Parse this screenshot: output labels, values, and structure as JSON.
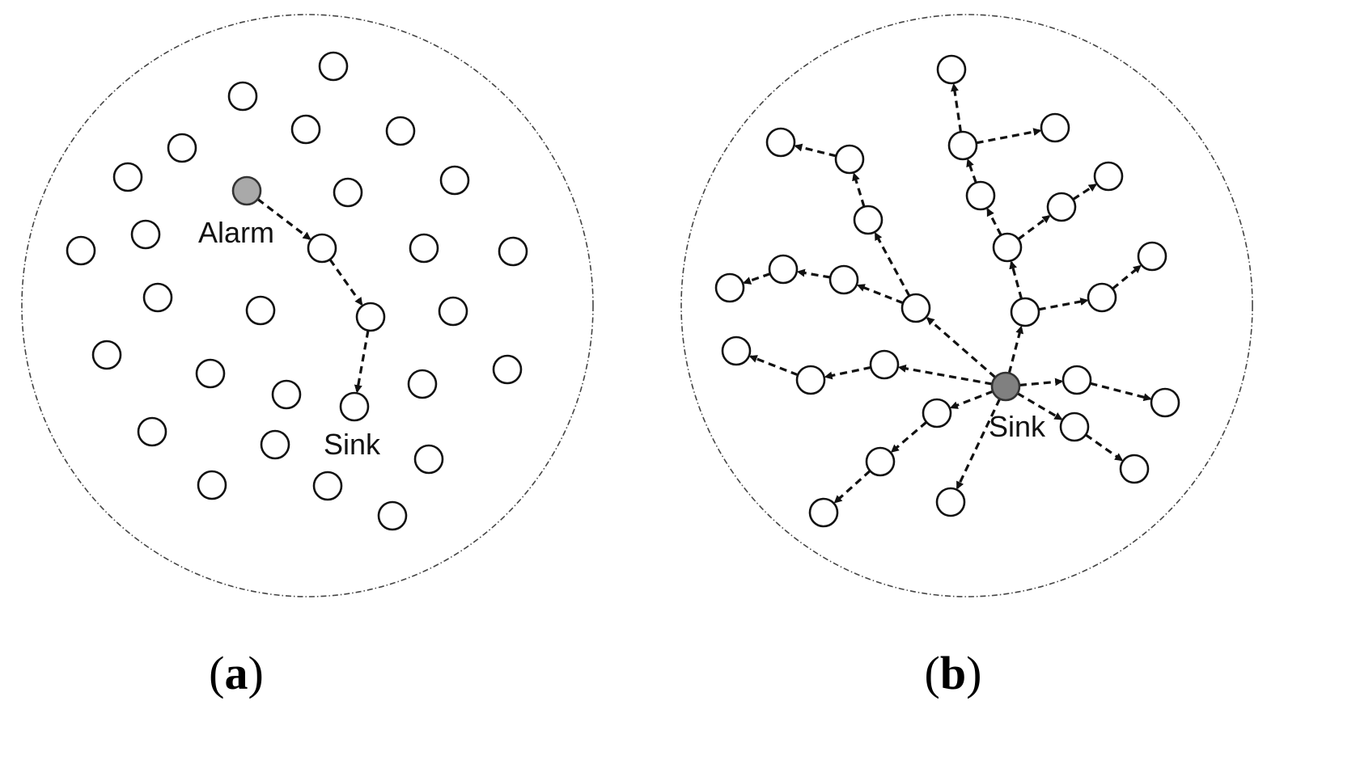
{
  "panels": [
    {
      "id": "a",
      "label_open": "(",
      "label_letter": "a",
      "label_close": ")",
      "highlight_color": "#a9a9a9",
      "labels": [
        {
          "text": "Alarm",
          "node": "alarm"
        },
        {
          "text": "Sink",
          "node": "sink"
        }
      ],
      "path": [
        "alarm",
        "n1",
        "n2",
        "sink"
      ]
    },
    {
      "id": "b",
      "label_open": "(",
      "label_letter": "b",
      "label_close": ")",
      "highlight_color": "#808080",
      "labels": [
        {
          "text": "Sink",
          "node": "sink"
        }
      ],
      "tree_root": "sink"
    }
  ]
}
